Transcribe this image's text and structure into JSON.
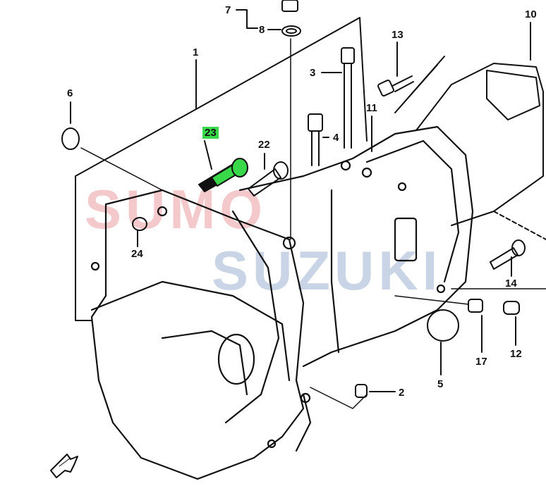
{
  "diagram": {
    "watermark": {
      "line1": "SUMO",
      "line2": "SUZUKI",
      "color1": "#f3c9cc",
      "color2": "#c9d4e6"
    },
    "highlight_color": "#39d84a",
    "highlighted_part": "23",
    "callouts": [
      "7",
      "8",
      "10",
      "13",
      "1",
      "3",
      "6",
      "11",
      "4",
      "23",
      "22",
      "24",
      "14",
      "17",
      "12",
      "5",
      "2"
    ]
  }
}
